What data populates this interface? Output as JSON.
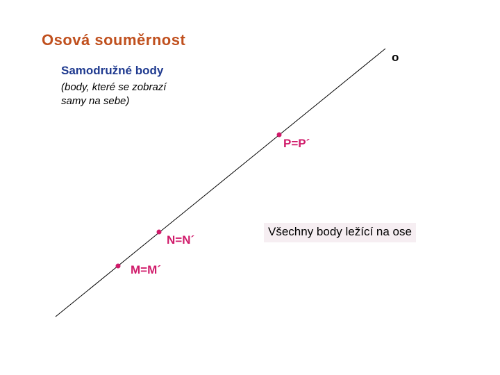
{
  "title": "Osová souměrnost",
  "subtitle": "Samodružné body",
  "note_line1": "(body, které se zobrazí",
  "note_line2": "samy na sebe)",
  "axis_label": "o",
  "points": {
    "p": "P=P´",
    "n": "N=N´",
    "m": "M=M´"
  },
  "callout": "Všechny body ležící na ose",
  "colors": {
    "title": "#c0501e",
    "subtitle": "#1f3a8f",
    "point": "#d01a6a",
    "line": "#000000"
  }
}
